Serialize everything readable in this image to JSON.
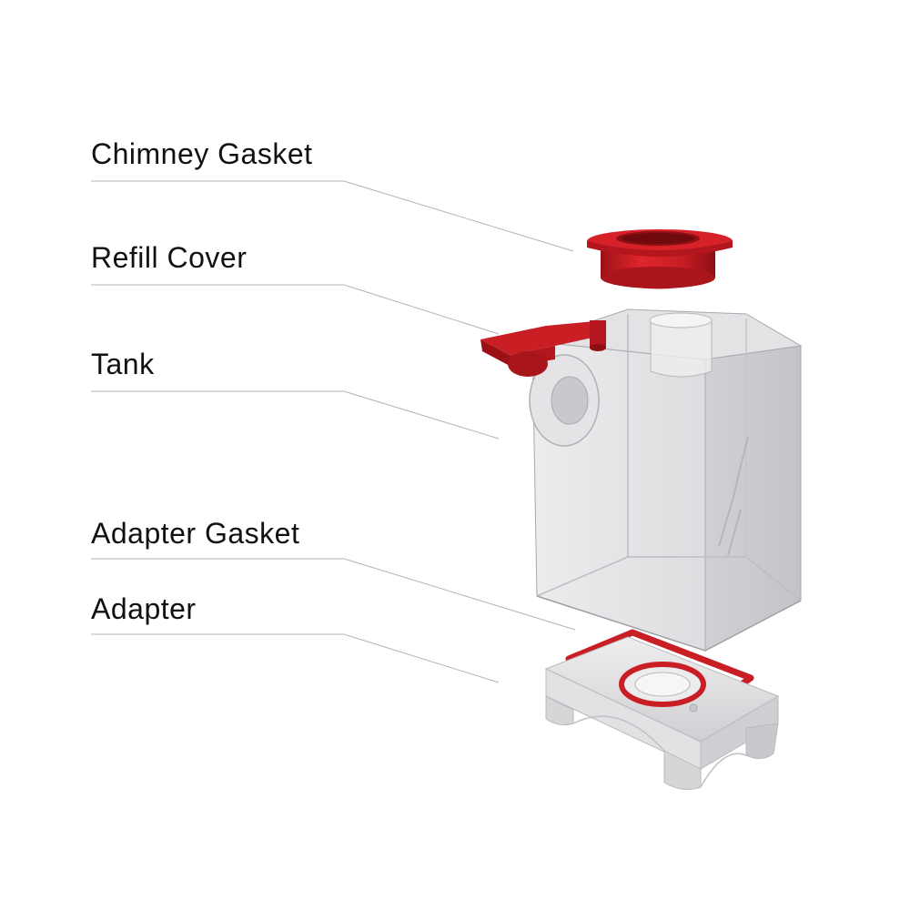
{
  "labels": {
    "chimney_gasket": "Chimney Gasket",
    "refill_cover": "Refill Cover",
    "tank": "Tank",
    "adapter_gasket": "Adapter Gasket",
    "adapter": "Adapter"
  },
  "colors": {
    "part_red": "#c81e24",
    "clear_plastic": "#d8d8dc",
    "leader_line": "#b5b5b5",
    "text": "#111111"
  }
}
